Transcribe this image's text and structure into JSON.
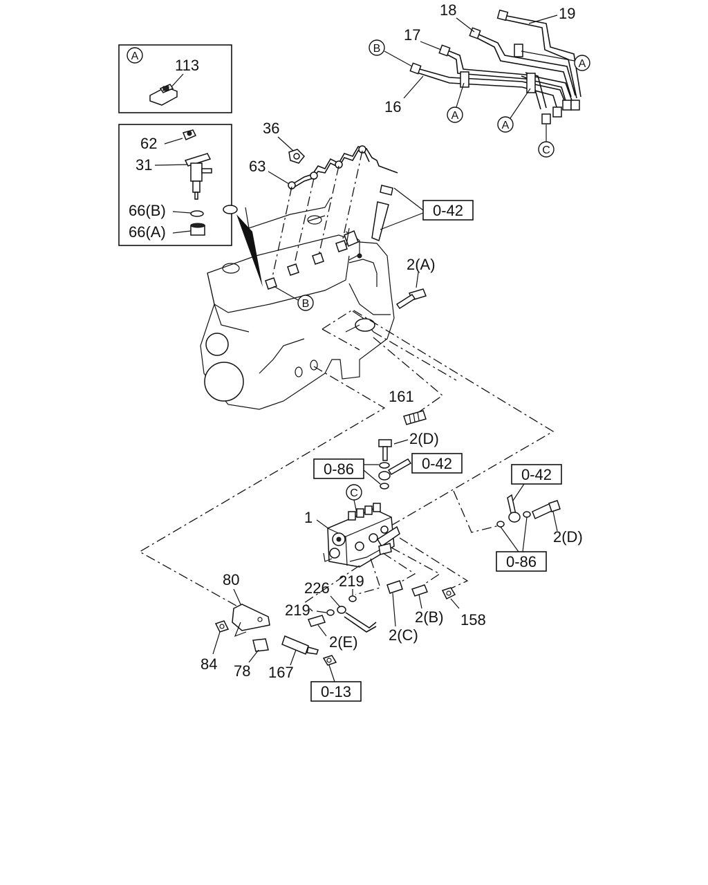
{
  "inset_a": {
    "ref": "A",
    "part": "113"
  },
  "inset_b": {
    "p62": "62",
    "p31": "31",
    "p66b": "66(B)",
    "p66a": "66(A)"
  },
  "labels": {
    "p18": "18",
    "p19": "19",
    "p17": "17",
    "p16": "16",
    "p36": "36",
    "p63": "63",
    "p2a": "2(A)",
    "p161": "161",
    "p2d_top": "2(D)",
    "p2d_right": "2(D)",
    "p1": "1",
    "p219_a": "219",
    "p226": "226",
    "p219_b": "219",
    "p2e": "2(E)",
    "p2c": "2(C)",
    "p2b": "2(B)",
    "p158": "158",
    "p80": "80",
    "p84": "84",
    "p78": "78",
    "p167": "167"
  },
  "refs": {
    "r042_a": "0-42",
    "r042_b": "0-42",
    "r042_c": "0-42",
    "r086_a": "0-86",
    "r086_b": "0-86",
    "r013": "0-13"
  },
  "circle_markers": {
    "a1": "A",
    "a2": "A",
    "a3": "A",
    "b1": "B",
    "b2": "B",
    "c1": "C",
    "c2": "C"
  }
}
